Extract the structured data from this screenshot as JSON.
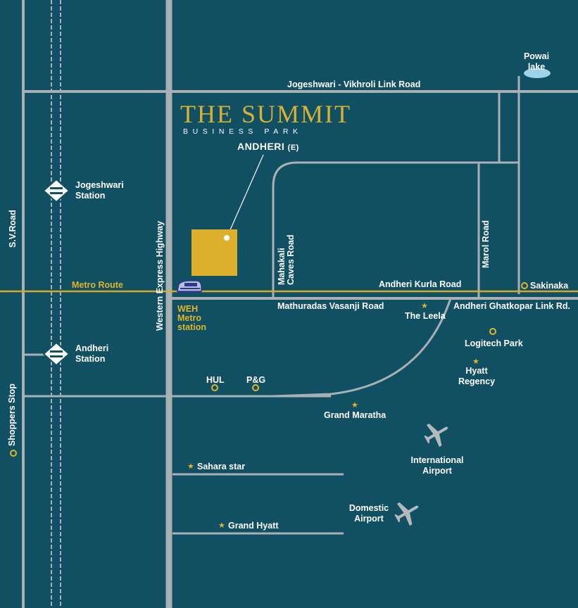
{
  "project": {
    "name": "THE SUMMIT",
    "subtitle": "BUSINESS PARK",
    "locality": "ANDHERI",
    "locality_suffix": "(E)"
  },
  "roads": {
    "jvlr": "Jogeshwari - Vikhroli Link Road",
    "weh": "Western Express Highway",
    "sv_road": "S.V.Road",
    "mahakali_line1": "Mahakali",
    "mahakali_line2": "Caves Road",
    "marol": "Marol Road",
    "andheri_kurla": "Andheri Kurla Road",
    "mathuradas": "Mathuradas Vasanji Road",
    "aglr": "Andheri Ghatkopar Link Rd."
  },
  "metro": {
    "route_label": "Metro Route",
    "station_line1": "WEH",
    "station_line2": "Metro",
    "station_line3": "station"
  },
  "stations": {
    "jogeshwari_line1": "Jogeshwari",
    "jogeshwari_line2": "Station",
    "andheri_line1": "Andheri",
    "andheri_line2": "Station"
  },
  "landmarks": {
    "powai_line1": "Powai",
    "powai_line2": "lake",
    "sakinaka": "Sakinaka",
    "the_leela": "The Leela",
    "logitech_park": "Logitech Park",
    "hyatt_line1": "Hyatt",
    "hyatt_line2": "Regency",
    "hul": "HUL",
    "pg": "P&G",
    "grand_maratha": "Grand Maratha",
    "intl_airport_line1": "International",
    "intl_airport_line2": "Airport",
    "domestic_airport_line1": "Domestic",
    "domestic_airport_line2": "Airport",
    "sahara_star": "Sahara star",
    "grand_hyatt": "Grand Hyatt",
    "shoppers_stop": "Shoppers Stop"
  },
  "colors": {
    "background": "#114f63",
    "road": "#a9b0b4",
    "metro_line": "#d4a82a",
    "accent": "#ddb02b",
    "text": "#ffffff"
  },
  "icons": {
    "rail_station": "railway-station-icon",
    "metro_train": "metro-train-icon",
    "airport": "airplane-icon",
    "landmark_point": "circle-marker-icon",
    "hotel": "star-icon"
  }
}
